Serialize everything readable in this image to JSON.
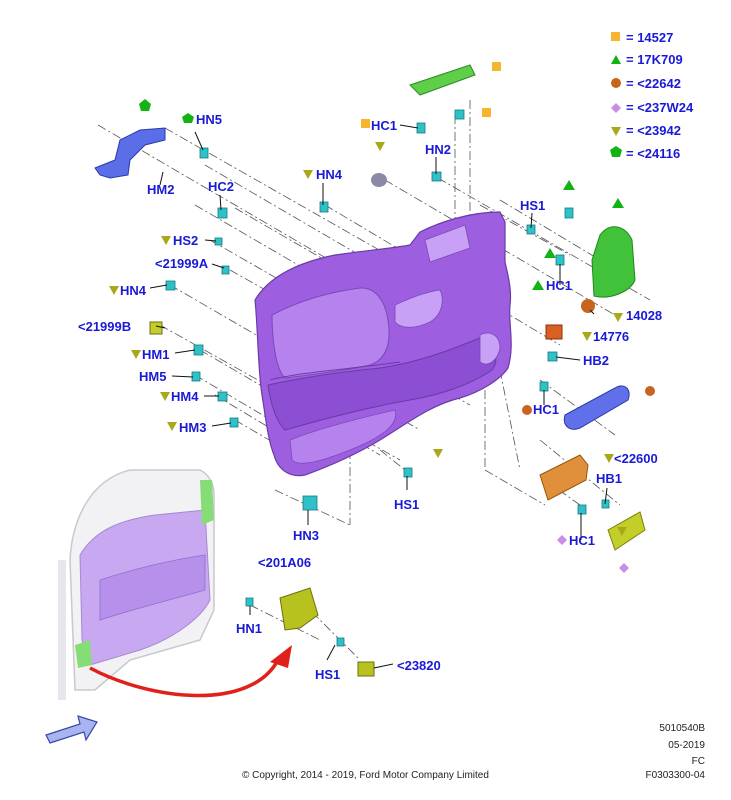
{
  "legend": [
    {
      "symbol": "square",
      "color": "#f5b62e",
      "text": "= 14527"
    },
    {
      "symbol": "triangle",
      "color": "#12b312",
      "text": "= 17K709"
    },
    {
      "symbol": "circle",
      "color": "#c8641e",
      "text": "= <22642"
    },
    {
      "symbol": "diamond",
      "color": "#c88de6",
      "text": "= <237W24"
    },
    {
      "symbol": "triangle-down",
      "color": "#a8a81a",
      "text": "= <23942"
    },
    {
      "symbol": "pentagon",
      "color": "#12b312",
      "text": "= <24116"
    }
  ],
  "labels": {
    "hn5": "HN5",
    "hm2": "HM2",
    "hc2": "HC2",
    "hn4_top": "HN4",
    "hc1_top": "HC1",
    "hn2": "HN2",
    "hs1_top": "HS1",
    "hs2": "HS2",
    "c21999a": "<21999A",
    "hn4_left": "HN4",
    "hc1_mid": "HC1",
    "c14028": "14028",
    "c21999b": "<21999B",
    "c14776": "14776",
    "hm1": "HM1",
    "hb2": "HB2",
    "hm5": "HM5",
    "hm4": "HM4",
    "hc1_low": "HC1",
    "hm3": "HM3",
    "c22600": "<22600",
    "hb1": "HB1",
    "hs1_mid": "HS1",
    "hn3": "HN3",
    "hc1_bot": "HC1",
    "c201a06": "<201A06",
    "hn1": "HN1",
    "hs1_bot": "HS1",
    "c23820": "<23820"
  },
  "footer": {
    "copyright": "© Copyright, 2014 - 2019, Ford Motor Company Limited",
    "code1": "5010540B",
    "date": "05-2019",
    "fc": "FC",
    "code2": "F0303300-04"
  },
  "colors": {
    "label_blue": "#1a1ad6",
    "panel_purple": "#a05ce0",
    "clip_teal": "#2fc0c8",
    "green_part": "#4cc03a",
    "blue_bracket": "#5a6ee8",
    "olive_part": "#b8c21e",
    "orange_part": "#d98a2e"
  },
  "icons": [
    "square-icon",
    "triangle-icon",
    "circle-icon",
    "diamond-icon",
    "triangle-down-icon",
    "pentagon-icon",
    "view-direction-arrow-icon"
  ]
}
